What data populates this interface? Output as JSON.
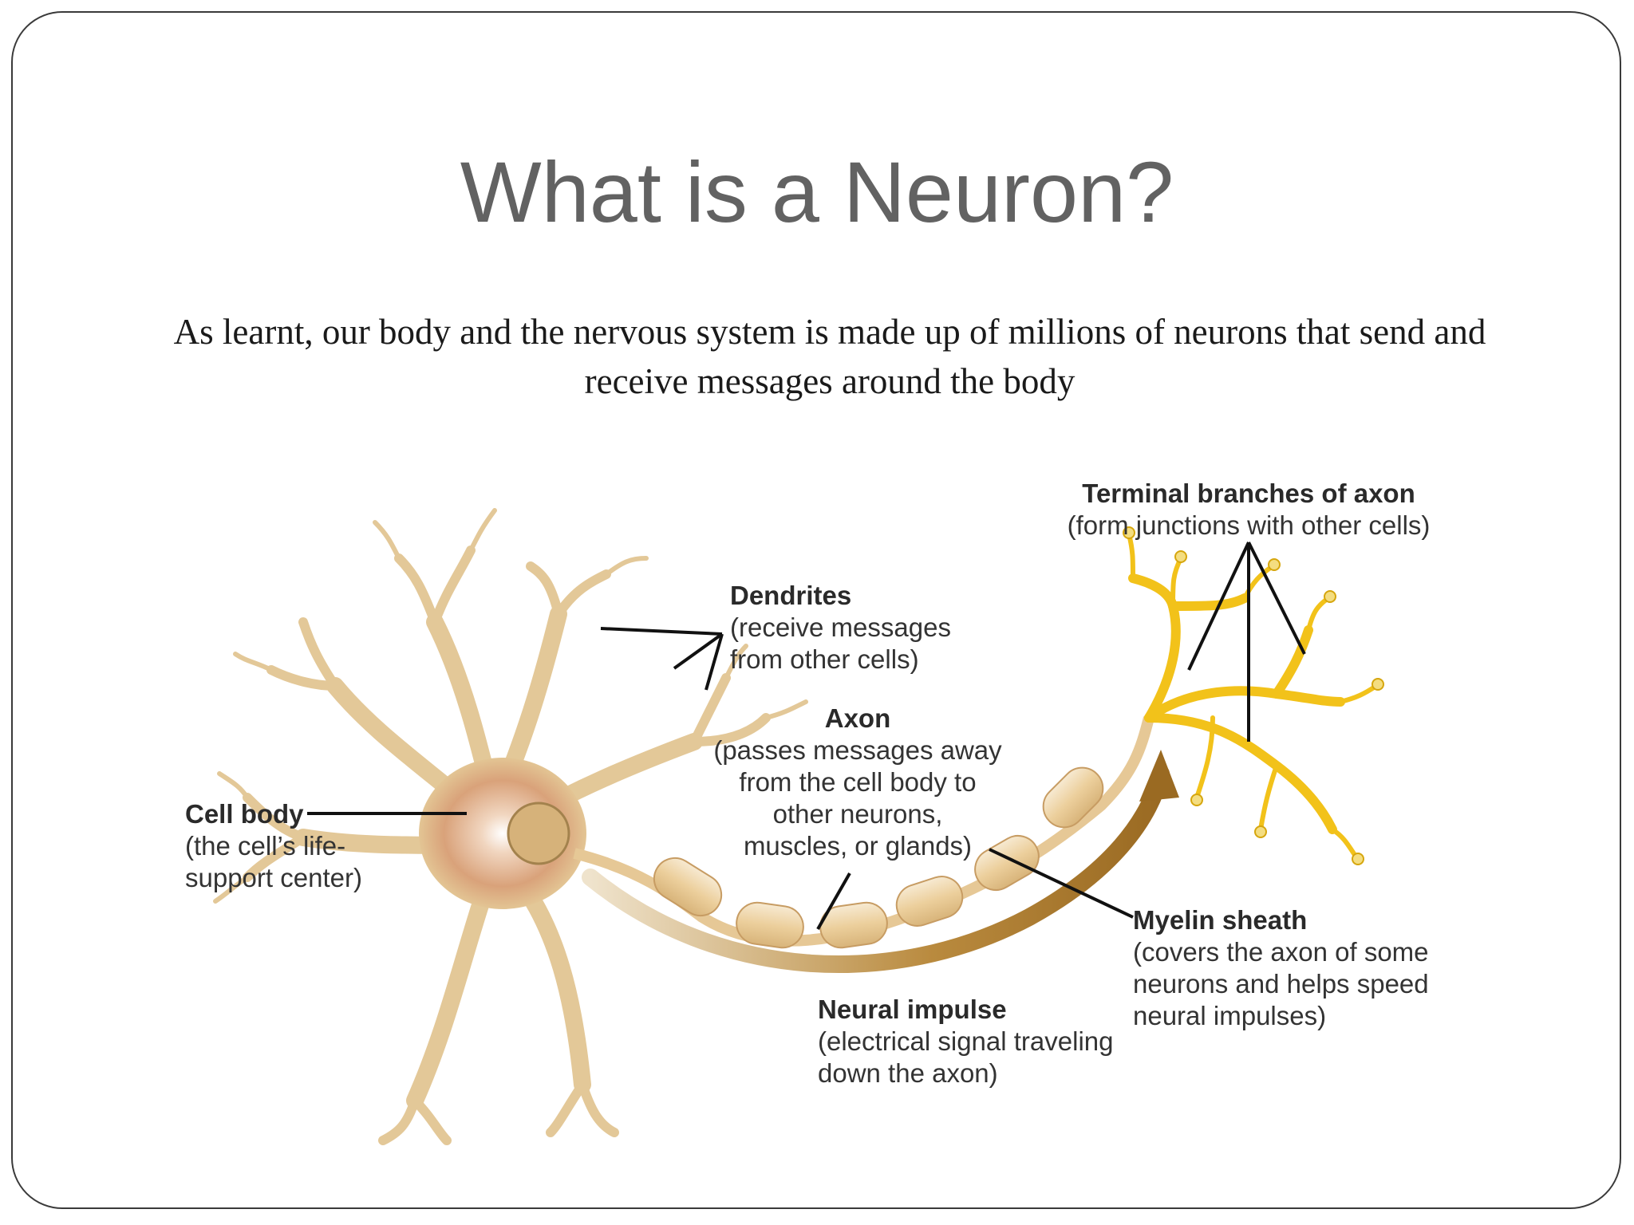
{
  "slide": {
    "title": "What is a Neuron?",
    "subtitle": "As learnt, our body and the nervous system is made up of millions of neurons that send and receive messages around the body"
  },
  "diagram": {
    "labels": {
      "terminal_title": "Terminal branches of axon",
      "terminal_desc": "(form junctions with other cells)",
      "dendrites_title": "Dendrites",
      "dendrites_desc_1": "(receive messages",
      "dendrites_desc_2": "from other cells)",
      "axon_title": "Axon",
      "axon_desc_1": "(passes messages away",
      "axon_desc_2": "from the cell body to",
      "axon_desc_3": "other neurons,",
      "axon_desc_4": "muscles, or glands)",
      "cell_body_title": "Cell body",
      "cell_body_desc_1": "(the cell’s life-",
      "cell_body_desc_2": "support center)",
      "myelin_title": "Myelin sheath",
      "myelin_desc_1": "(covers the axon of some",
      "myelin_desc_2": "neurons and helps speed",
      "myelin_desc_3": "neural impulses)",
      "impulse_title": "Neural impulse",
      "impulse_desc_1": "(electrical signal traveling",
      "impulse_desc_2": "down the axon)"
    },
    "colors": {
      "cell": "#e8c995",
      "cell_core": "#d9a27a",
      "myelin": "#f1dcb4",
      "terminal": "#f2c21a",
      "impulse_arrow": "#a9782c"
    }
  }
}
